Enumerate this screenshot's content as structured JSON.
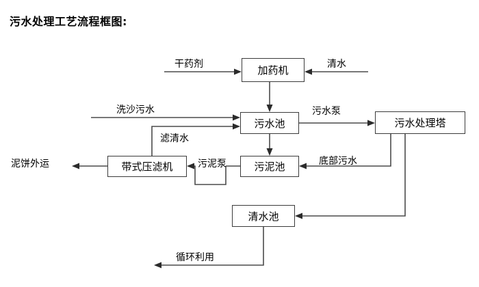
{
  "title": "污水处理工艺流程框图:",
  "diagram": {
    "type": "flowchart",
    "nodes": [
      {
        "id": "dosing-machine",
        "label": "加药机"
      },
      {
        "id": "sewage-pool",
        "label": "污水池"
      },
      {
        "id": "treatment-tower",
        "label": "污水处理塔"
      },
      {
        "id": "belt-filter-press",
        "label": "带式压滤机"
      },
      {
        "id": "sludge-pool",
        "label": "污泥池"
      },
      {
        "id": "clear-water-pool",
        "label": "清水池"
      }
    ],
    "terminals": [
      {
        "id": "dry-chemical",
        "label": "干药剂"
      },
      {
        "id": "clean-water-input",
        "label": "清水"
      },
      {
        "id": "sand-wash-sewage",
        "label": "洗沙污水"
      },
      {
        "id": "mud-cake-output",
        "label": "泥饼外运"
      }
    ],
    "edge_labels": [
      {
        "id": "sewage-pump",
        "label": "污水泵"
      },
      {
        "id": "filtered-clear-water",
        "label": "滤清水"
      },
      {
        "id": "sludge-pump",
        "label": "污泥泵"
      },
      {
        "id": "bottom-sewage",
        "label": "底部污水"
      },
      {
        "id": "recycle-reuse",
        "label": "循环利用"
      }
    ],
    "colors": {
      "box_border": "#3a3a3a",
      "wire": "#4a4a4a",
      "text": "#000000",
      "background": "#ffffff"
    }
  }
}
